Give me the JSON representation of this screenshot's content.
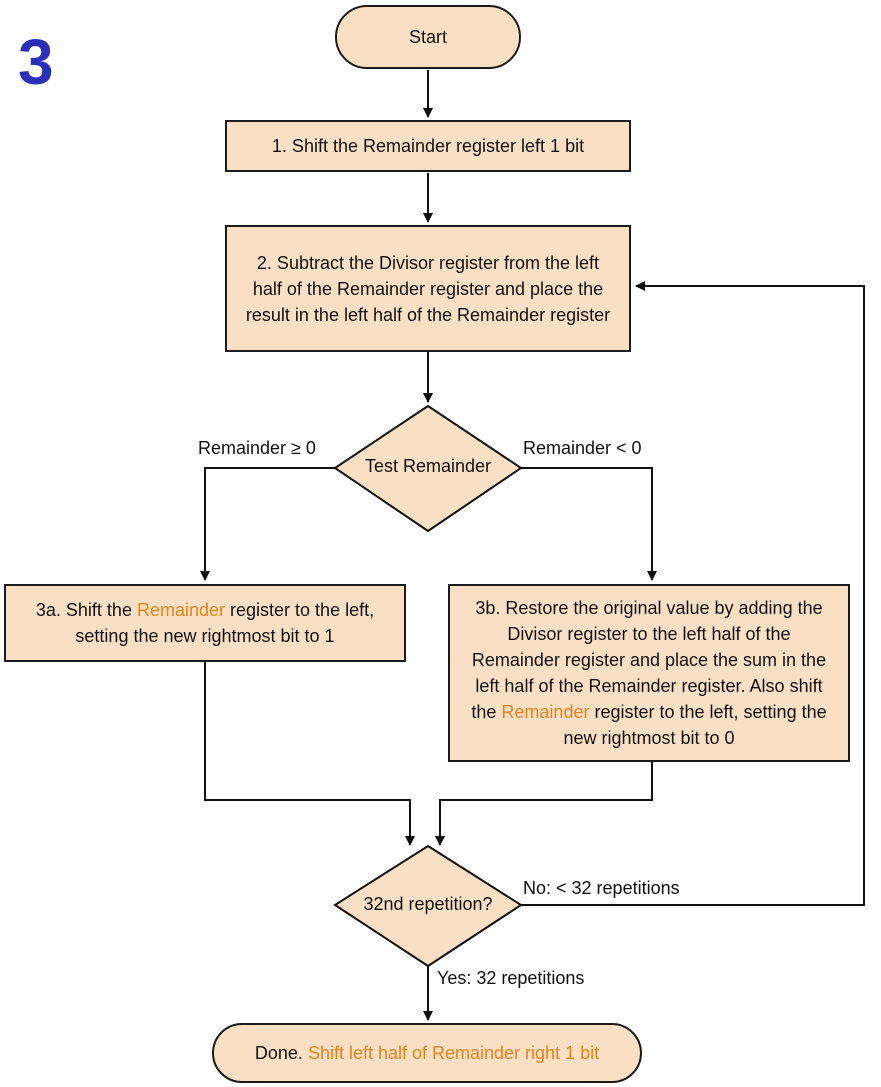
{
  "badge": "3",
  "nodes": {
    "start": "Start",
    "step1": "1. Shift the Remainder register left 1 bit",
    "step2": "2. Subtract the Divisor register from the left half of the Remainder register and place the result in the left half of the Remainder register",
    "test": "Test Remainder",
    "step3a": {
      "pre": "3a. Shift the ",
      "highlight": "Remainder",
      "post": " register to the left, setting the new rightmost bit to 1"
    },
    "step3b": {
      "pre": "3b. Restore the original value by adding the Divisor register to the left half of the Remainder register and place the sum in the left half of the Remainder register. Also shift the ",
      "highlight": "Remainder",
      "post": " register to the left, setting the new rightmost bit to 0"
    },
    "repeat": "32nd repetition?",
    "done": {
      "pre": "Done. ",
      "highlight": "Shift left half of Remainder right 1 bit"
    }
  },
  "edges": {
    "ge0": "Remainder ≥ 0",
    "lt0": "Remainder < 0",
    "no": "No:  < 32 repetitions",
    "yes": "Yes:  32 repetitions"
  },
  "colors": {
    "box_fill": "#f9e0c4",
    "highlight": "#e8821a",
    "badge": "#2b2fb8"
  }
}
